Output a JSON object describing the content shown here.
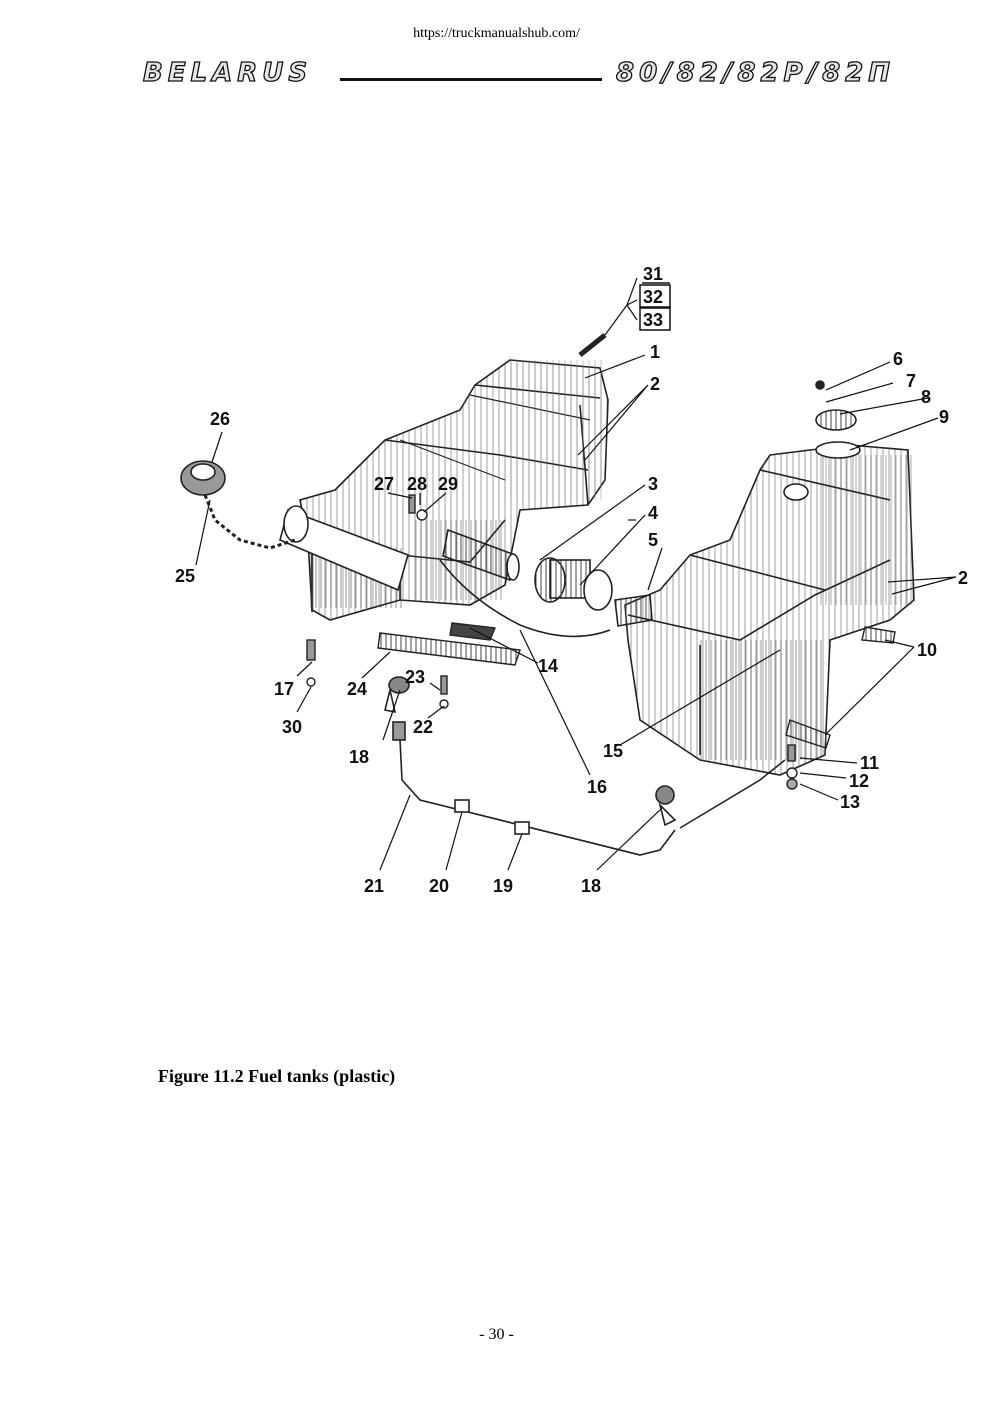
{
  "header": {
    "url": "https://truckmanualshub.com/",
    "brand_left": "BELARUS",
    "brand_right": "80/82/82P/82П"
  },
  "figure": {
    "callouts": [
      "1",
      "2",
      "3",
      "4",
      "5",
      "6",
      "7",
      "8",
      "9",
      "10",
      "11",
      "12",
      "13",
      "14",
      "15",
      "16",
      "17",
      "18",
      "19",
      "20",
      "21",
      "22",
      "23",
      "24",
      "25",
      "26",
      "27",
      "28",
      "29",
      "30",
      "31",
      "32",
      "33"
    ],
    "caption": "Figure 11.2 Fuel tanks (plastic)"
  },
  "footer": {
    "page": "- 30 -"
  }
}
